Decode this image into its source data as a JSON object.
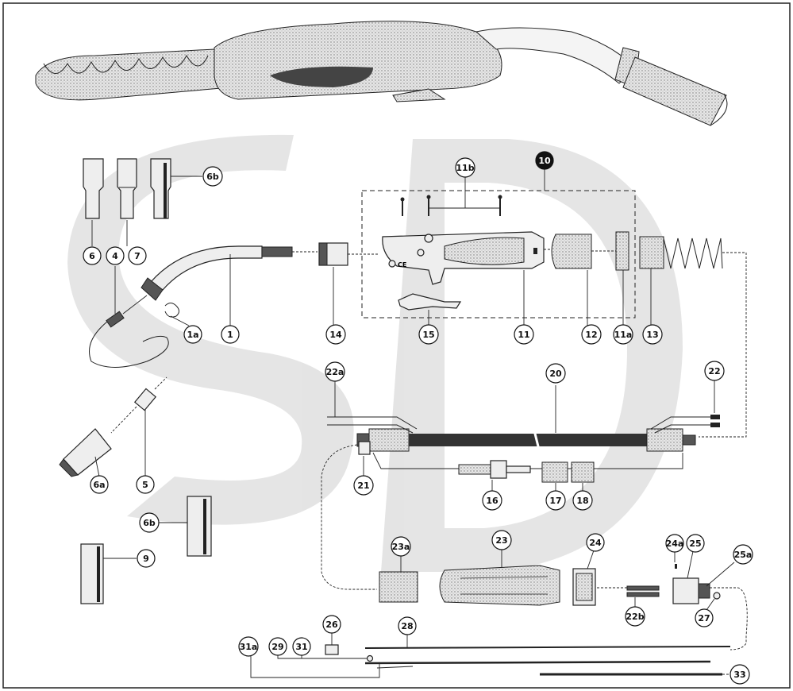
{
  "watermark": {
    "text": "SD",
    "color": "#c8c8c8"
  },
  "callouts": {
    "c1": "1",
    "c1a": "1a",
    "c4": "4",
    "c5": "5",
    "c6": "6",
    "c6a": "6a",
    "c6b_top": "6b",
    "c6b_bottom": "6b",
    "c7": "7",
    "c9": "9",
    "c10": "10",
    "c11": "11",
    "c11a": "11a",
    "c11b": "11b",
    "c12": "12",
    "c13": "13",
    "c14": "14",
    "c15": "15",
    "c16": "16",
    "c17": "17",
    "c18": "18",
    "c20": "20",
    "c21": "21",
    "c22": "22",
    "c22a": "22a",
    "c22b": "22b",
    "c23": "23",
    "c23a": "23a",
    "c24": "24",
    "c24a": "24a",
    "c25": "25",
    "c25a": "25a",
    "c26": "26",
    "c27": "27",
    "c28": "28",
    "c29": "29",
    "c31": "31",
    "c31a": "31a",
    "c33": "33"
  },
  "marking": {
    "ce": "CE"
  }
}
